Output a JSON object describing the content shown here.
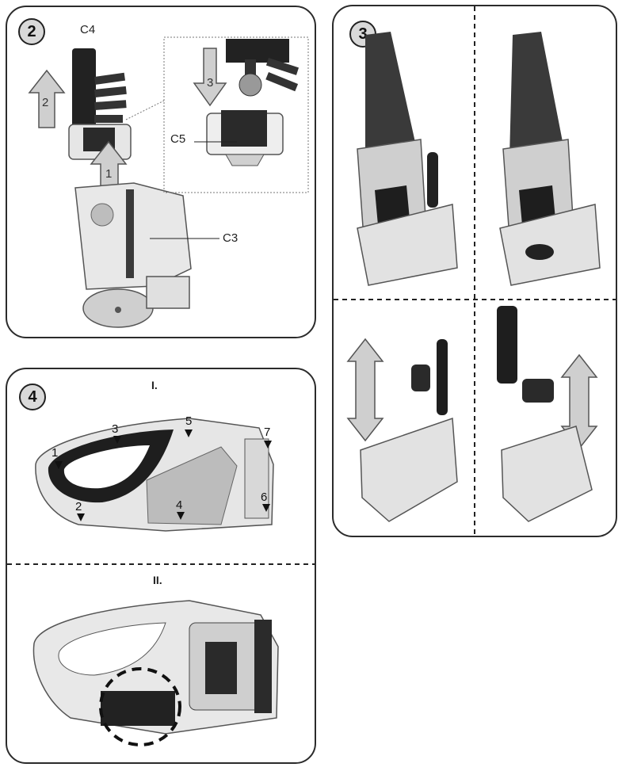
{
  "panels": {
    "p2": {
      "badge": "2",
      "labels": {
        "c4": "C4",
        "c5": "C5",
        "c3": "C3"
      },
      "arrows": {
        "a1": "1",
        "a2": "2",
        "a3": "3"
      }
    },
    "p3": {
      "badge": "3"
    },
    "p4": {
      "badge": "4",
      "section1": "I.",
      "section2": "II.",
      "points": [
        "1",
        "2",
        "3",
        "4",
        "5",
        "6",
        "7"
      ]
    }
  }
}
